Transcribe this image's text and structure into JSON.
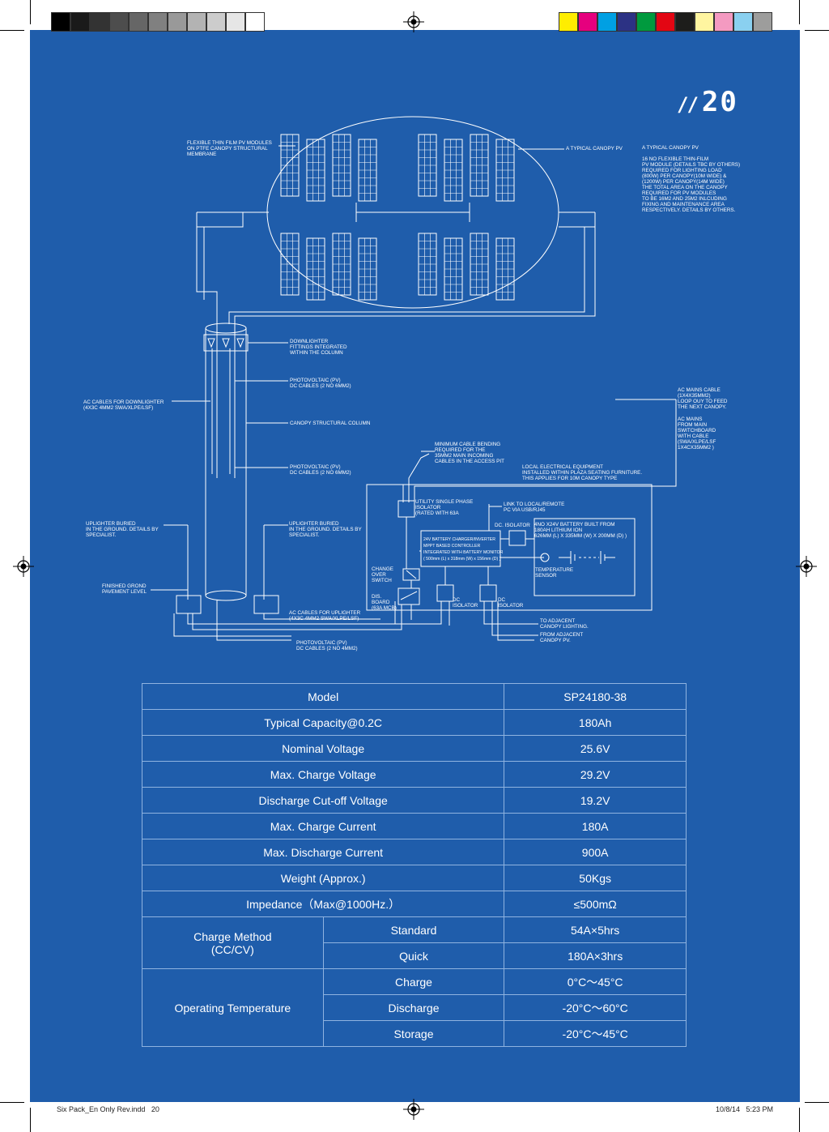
{
  "page_number": "20",
  "colors": {
    "page_bg": "#1f5dab",
    "gray_swatches": [
      "#000000",
      "#1a1a1a",
      "#333333",
      "#4d4d4d",
      "#666666",
      "#808080",
      "#999999",
      "#b3b3b3",
      "#cccccc",
      "#e6e6e6",
      "#ffffff"
    ],
    "color_swatches": [
      "#ffed00",
      "#e6007e",
      "#00a0e3",
      "#2c3284",
      "#009a3e",
      "#e30613",
      "#1d1d1b",
      "#fff5a0",
      "#f49ac1",
      "#8ad0f0",
      "#9d9d9c"
    ]
  },
  "diagram": {
    "labels": {
      "pv_modules": "FLEXIBLE THIN FILM PV MODULES\nON PTFE CANOPY STRUCTURAL\nMEMBRANE",
      "typical_canopy_pv": "A TYPICAL CANOPY PV",
      "canopy_note": "A TYPICAL CANOPY PV\n\n16 No FLEXIBLE THIN-FILM\nPV MODULE (DETAILS TBC BY OTHERS)\nREQUIRED FOR LIGHTING LOAD\n(800W) PER CANOPY(10m wide) &\n(1200W) PER CANOPY(14m wide)\nTHE TOTAL AREA ON THE CANOPY\nREQUIRED FOR PV MODULES\nTO BE 16m2 AND 25m2 INLCUDING\nFIXING AND MAINTENANCE AREA\nRESPECTIVELY. DETAILS BY OTHERS.",
      "downlighter": "DOWNLIGHTER\nFITTINGS INTEGRATED\nWITHIN THE COLUMN",
      "pv_dc_cables_top": "PHOTOVOLTAIC (PV)\nDC CABLES (2 No 6mm2)",
      "ac_cables_downlighter": "AC CABLES FOR DOWNLIGHTER\n(4x3c 4mm2 SWA/XLPE/LSF)",
      "ac_mains_cable": "AC MAINS CABLE\n(1x4x35mm2)\nLOOP OUY TO FEED\nTHE NEXT CANOPY.",
      "canopy_column": "CANOPY STRUCTURAL COLUMN",
      "ac_mains_from": "AC MAINS\nFROM MAIN\nSWITCHBOARD\nWITH CABLE\n(SWA/XLPE/LSF\n1x4cX35mm2 )",
      "min_bending": "MINIMUM CABLE BENDING\nREQUIRED FOR THE\n35mm2 MAIN INCOMING\nCABLES IN THE ACCESS PIT",
      "pv_dc_cables_mid": "PHOTOVOLTAIC (PV)\nDC CABLES (2 No 6mm2)",
      "local_equipment": "LOCAL ELECTRICAL EQUIPMENT\nINSTALLED WITHIN PLAZA SEATING FURNITURE.\nTHIS APPLIES FOR 10m CANOPY TYPE",
      "utility_isolator": "UTILITY SINGLE PHASE\nISOLATOR\n(RATED WITH 63A",
      "link_remote": "LINK TO LOCAL/REMOTE\nPC VIA USB/RJ45",
      "dc_isolator_top": "DC. ISOLATOR",
      "battery": "4No x24V BATTERY BUILT FROM\n180Ah LITHIUM ION\n626mm (L) x 335mm (W) x 200mm (D) )",
      "charger": "24V BATTERY CHARGER/INVERTER\nMPPT BASED CONTROLLER\nINTEGRATED WITH BATTERY MONITOR\n( 500mm (L) x 318mm (W) x 156mm (D) )",
      "uplighter_left": "UPLIGHTER BURIED\nIN THE GROUND. DETAILS BY\nSPECIALIST.",
      "uplighter_right": "UPLIGHTER BURIED\nIN THE GROUND. DETAILS BY\nSPECIALIST.",
      "changeover": "CHANGE\nOVER\nSWITCH",
      "temp_sensor": "TEMPERATURE\nSENSOR",
      "finished_ground": "FINISHED GROND\nPAVEMENT LEVEL",
      "dis_board": "DIS.\nBOARD\n(63A MCB)",
      "dc_isolator_1": "DC\nISOLATOR",
      "dc_isolator_2": "DC\nISOLATOR",
      "ac_cables_uplighter": "AC CABLES FOR UPLIGHTER\n(4x3c 4mm2 SWA/XLPE/LSF)",
      "to_adjacent": "TO ADJACENT\nCANOPY LIGHTING.",
      "from_adjacent": "FROM ADJACENT\nCANOPY PV.",
      "pv_dc_cables_bottom": "PHOTOVOLTAIC (PV)\nDC CABLES (2 No 4mm2)"
    }
  },
  "spec_table": {
    "rows": [
      {
        "label": "Model",
        "value": "SP24180-38"
      },
      {
        "label": "Typical Capacity@0.2C",
        "value": "180Ah"
      },
      {
        "label": "Nominal Voltage",
        "value": "25.6V"
      },
      {
        "label": "Max. Charge Voltage",
        "value": "29.2V"
      },
      {
        "label": "Discharge Cut-off Voltage",
        "value": "19.2V"
      },
      {
        "label": "Max. Charge Current",
        "value": "180A"
      },
      {
        "label": "Max. Discharge Current",
        "value": "900A"
      },
      {
        "label": "Weight (Approx.)",
        "value": "50Kgs"
      },
      {
        "label": "Impedance（Max@1000Hz.）",
        "value": "≤500mΩ"
      }
    ],
    "charge_method": {
      "label": "Charge Method\n(CC/CV)",
      "sub": [
        {
          "label": "Standard",
          "value": "54A×5hrs"
        },
        {
          "label": "Quick",
          "value": "180A×3hrs"
        }
      ]
    },
    "operating_temperature": {
      "label": "Operating Temperature",
      "sub": [
        {
          "label": "Charge",
          "value": "0°C～45°C"
        },
        {
          "label": "Discharge",
          "value": "-20°C～60°C"
        },
        {
          "label": "Storage",
          "value": "-20°C～45°C"
        }
      ]
    }
  },
  "footer": {
    "file": "Six Pack_En Only Rev.indd   20",
    "timestamp": "10/8/14   5:23 PM"
  }
}
